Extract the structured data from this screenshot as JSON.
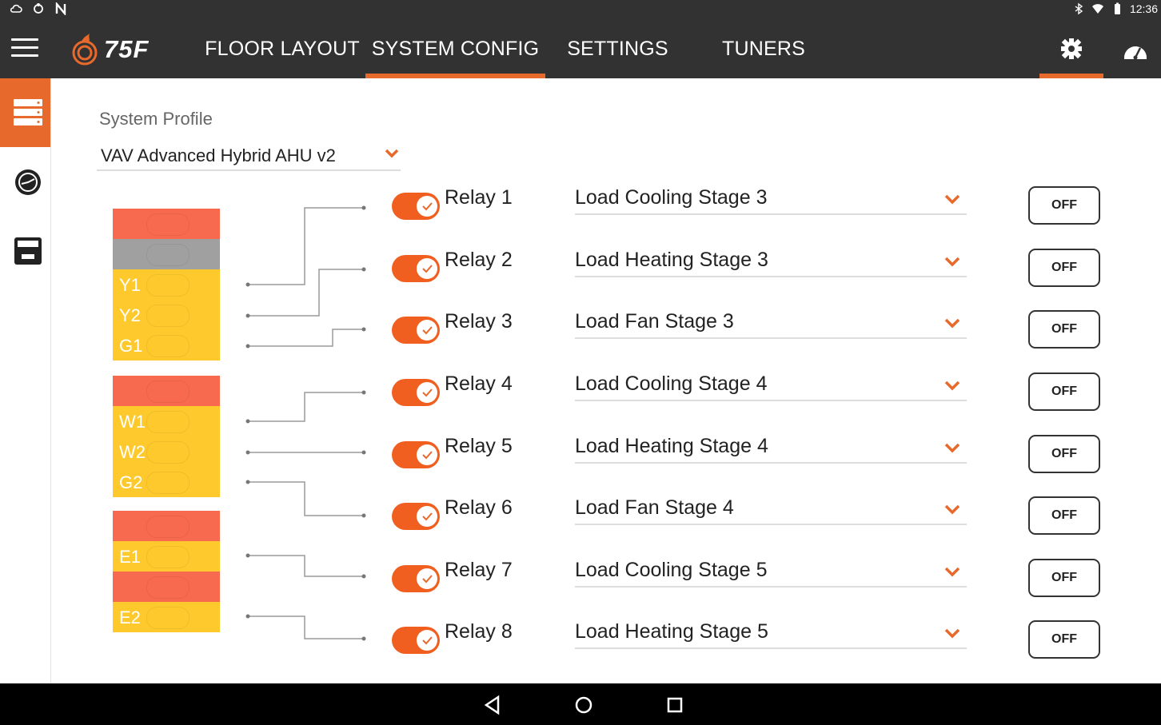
{
  "status_bar": {
    "left_icons": [
      "cloud-icon",
      "sync-icon",
      "n-icon"
    ],
    "right_icons": [
      "bluetooth-icon",
      "wifi-icon",
      "battery-icon"
    ],
    "time": "12:36"
  },
  "app": {
    "logo_text": "75F",
    "brand_color": "#e8692c"
  },
  "nav": {
    "tabs": [
      {
        "label": "FLOOR LAYOUT",
        "active": false
      },
      {
        "label": "SYSTEM CONFIG",
        "active": true
      },
      {
        "label": "SETTINGS",
        "active": false
      },
      {
        "label": "TUNERS",
        "active": false
      }
    ],
    "icons": [
      "gear-icon",
      "dashboard-icon"
    ]
  },
  "sidebar": {
    "items": [
      {
        "icon": "server-icon",
        "active": true
      },
      {
        "icon": "gauge-icon",
        "active": false
      },
      {
        "icon": "thermostat-icon",
        "active": false
      }
    ]
  },
  "profile": {
    "label": "System Profile",
    "value": "VAV Advanced Hybrid AHU v2"
  },
  "terminals": {
    "block1": [
      "",
      "",
      "Y1",
      "Y2",
      "G1"
    ],
    "block2": [
      "",
      "W1",
      "W2",
      "G2"
    ],
    "block3": [
      "",
      "E1",
      "",
      "E2"
    ]
  },
  "relays": [
    {
      "label": "Relay 1",
      "enabled": true,
      "mapping": "Load Cooling Stage 3",
      "state": "OFF"
    },
    {
      "label": "Relay 2",
      "enabled": true,
      "mapping": "Load Heating Stage 3",
      "state": "OFF"
    },
    {
      "label": "Relay 3",
      "enabled": true,
      "mapping": "Load Fan Stage 3",
      "state": "OFF"
    },
    {
      "label": "Relay 4",
      "enabled": true,
      "mapping": "Load Cooling Stage 4",
      "state": "OFF"
    },
    {
      "label": "Relay 5",
      "enabled": true,
      "mapping": "Load Heating Stage 4",
      "state": "OFF"
    },
    {
      "label": "Relay 6",
      "enabled": true,
      "mapping": "Load Fan Stage 4",
      "state": "OFF"
    },
    {
      "label": "Relay 7",
      "enabled": true,
      "mapping": "Load Cooling Stage 5",
      "state": "OFF"
    },
    {
      "label": "Relay 8",
      "enabled": true,
      "mapping": "Load Heating Stage 5",
      "state": "OFF"
    }
  ],
  "android_nav": [
    "back-icon",
    "home-icon",
    "recents-icon"
  ]
}
